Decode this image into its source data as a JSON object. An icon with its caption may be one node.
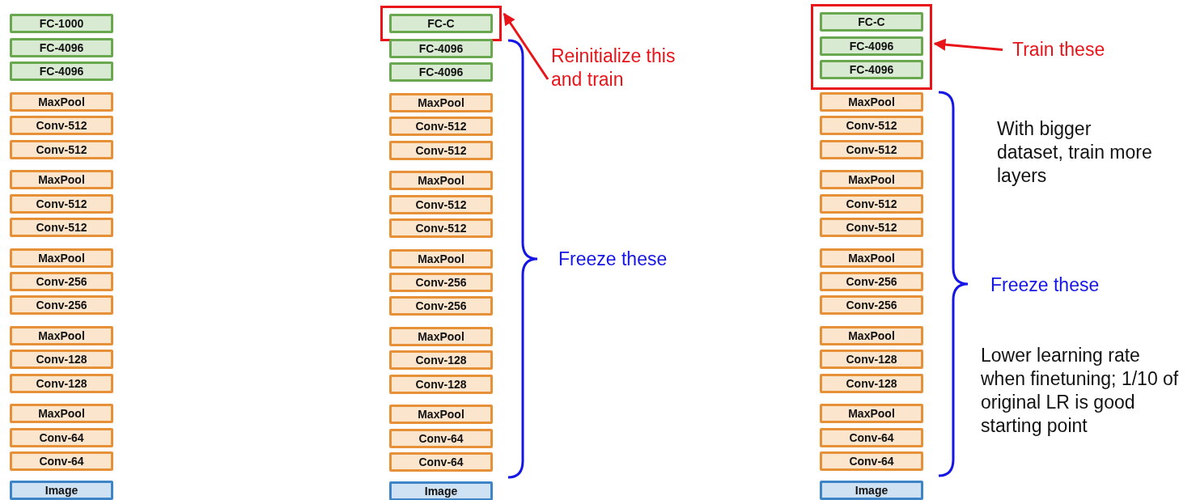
{
  "diagram": {
    "nodes": [
      {
        "text": [
          "FC-1000"
        ]
      },
      {
        "text": [
          "FC-4096"
        ]
      },
      {
        "text": [
          "FC-4096"
        ]
      },
      {
        "text": [
          "MaxPool"
        ]
      },
      {
        "text": [
          "Conv-512"
        ]
      },
      {
        "text": [
          "Conv-512"
        ]
      },
      {
        "text": [
          "MaxPool"
        ]
      },
      {
        "text": [
          "Conv-512"
        ]
      },
      {
        "text": [
          "Conv-512"
        ]
      },
      {
        "text": [
          "MaxPool"
        ]
      },
      {
        "text": [
          "Conv-256"
        ]
      },
      {
        "text": [
          "Conv-256"
        ]
      },
      {
        "text": [
          "MaxPool"
        ]
      },
      {
        "text": [
          "Conv-128"
        ]
      },
      {
        "text": [
          "Conv-128"
        ]
      },
      {
        "text": [
          "MaxPool"
        ]
      },
      {
        "text": [
          "Conv-64"
        ]
      },
      {
        "text": [
          "Conv-64"
        ]
      },
      {
        "text": [
          "Image"
        ]
      },
      {
        "text": [],
        "shape": "box"
      },
      {
        "text": [
          "FC-C"
        ],
        "in": 19
      },
      {
        "text": [
          "FC-4096"
        ]
      },
      {
        "text": [
          "FC-4096"
        ]
      },
      {
        "text": [
          "MaxPool"
        ]
      },
      {
        "text": [
          "Conv-512"
        ]
      },
      {
        "text": [
          "Conv-512"
        ]
      },
      {
        "text": [
          "MaxPool"
        ]
      },
      {
        "text": [
          "Conv-512"
        ]
      },
      {
        "text": [
          "Conv-512"
        ]
      },
      {
        "text": [
          "MaxPool"
        ]
      },
      {
        "text": [
          "Conv-256"
        ]
      },
      {
        "text": [
          "Conv-256"
        ]
      },
      {
        "text": [
          "MaxPool"
        ]
      },
      {
        "text": [
          "Conv-128"
        ]
      },
      {
        "text": [
          "Conv-128"
        ]
      },
      {
        "text": [
          "MaxPool"
        ]
      },
      {
        "text": [
          "Conv-64"
        ]
      },
      {
        "text": [
          "Conv-64"
        ]
      },
      {
        "text": [
          "Image"
        ]
      },
      {
        "text": [
          "Reinitialize this and train"
        ]
      },
      {
        "text": [],
        "shape": "box"
      },
      {
        "text": [
          "FC-C"
        ],
        "in": 40
      },
      {
        "text": [
          "FC-4096"
        ],
        "in": 40
      },
      {
        "text": [
          "FC-4096"
        ],
        "in": 40
      },
      {
        "text": [
          "MaxPool"
        ]
      },
      {
        "text": [
          "Conv-512"
        ]
      },
      {
        "text": [
          "Conv-512"
        ]
      },
      {
        "text": [
          "MaxPool"
        ]
      },
      {
        "text": [
          "Conv-512"
        ]
      },
      {
        "text": [
          "Conv-512"
        ]
      },
      {
        "text": [
          "MaxPool"
        ]
      },
      {
        "text": [
          "Conv-256"
        ]
      },
      {
        "text": [
          "Conv-256"
        ]
      },
      {
        "text": [
          "MaxPool"
        ]
      },
      {
        "text": [
          "Conv-128"
        ]
      },
      {
        "text": [
          "Conv-128"
        ]
      },
      {
        "text": [
          "MaxPool"
        ]
      },
      {
        "text": [
          "Conv-64"
        ]
      },
      {
        "text": [
          "Conv-64"
        ]
      },
      {
        "text": [
          "Image"
        ]
      },
      {
        "text": [
          "Train these"
        ]
      }
    ],
    "edges": [
      {
        "from": 39,
        "to": 19,
        "arrow": "to"
      },
      {
        "from": 60,
        "to": 40,
        "arrow": "to"
      }
    ],
    "labels": [
      "Freeze these",
      "With bigger dataset, train more layers",
      "Freeze these",
      "Lower learning rate when finetuning; 1/10 of original LR is good starting point"
    ]
  }
}
